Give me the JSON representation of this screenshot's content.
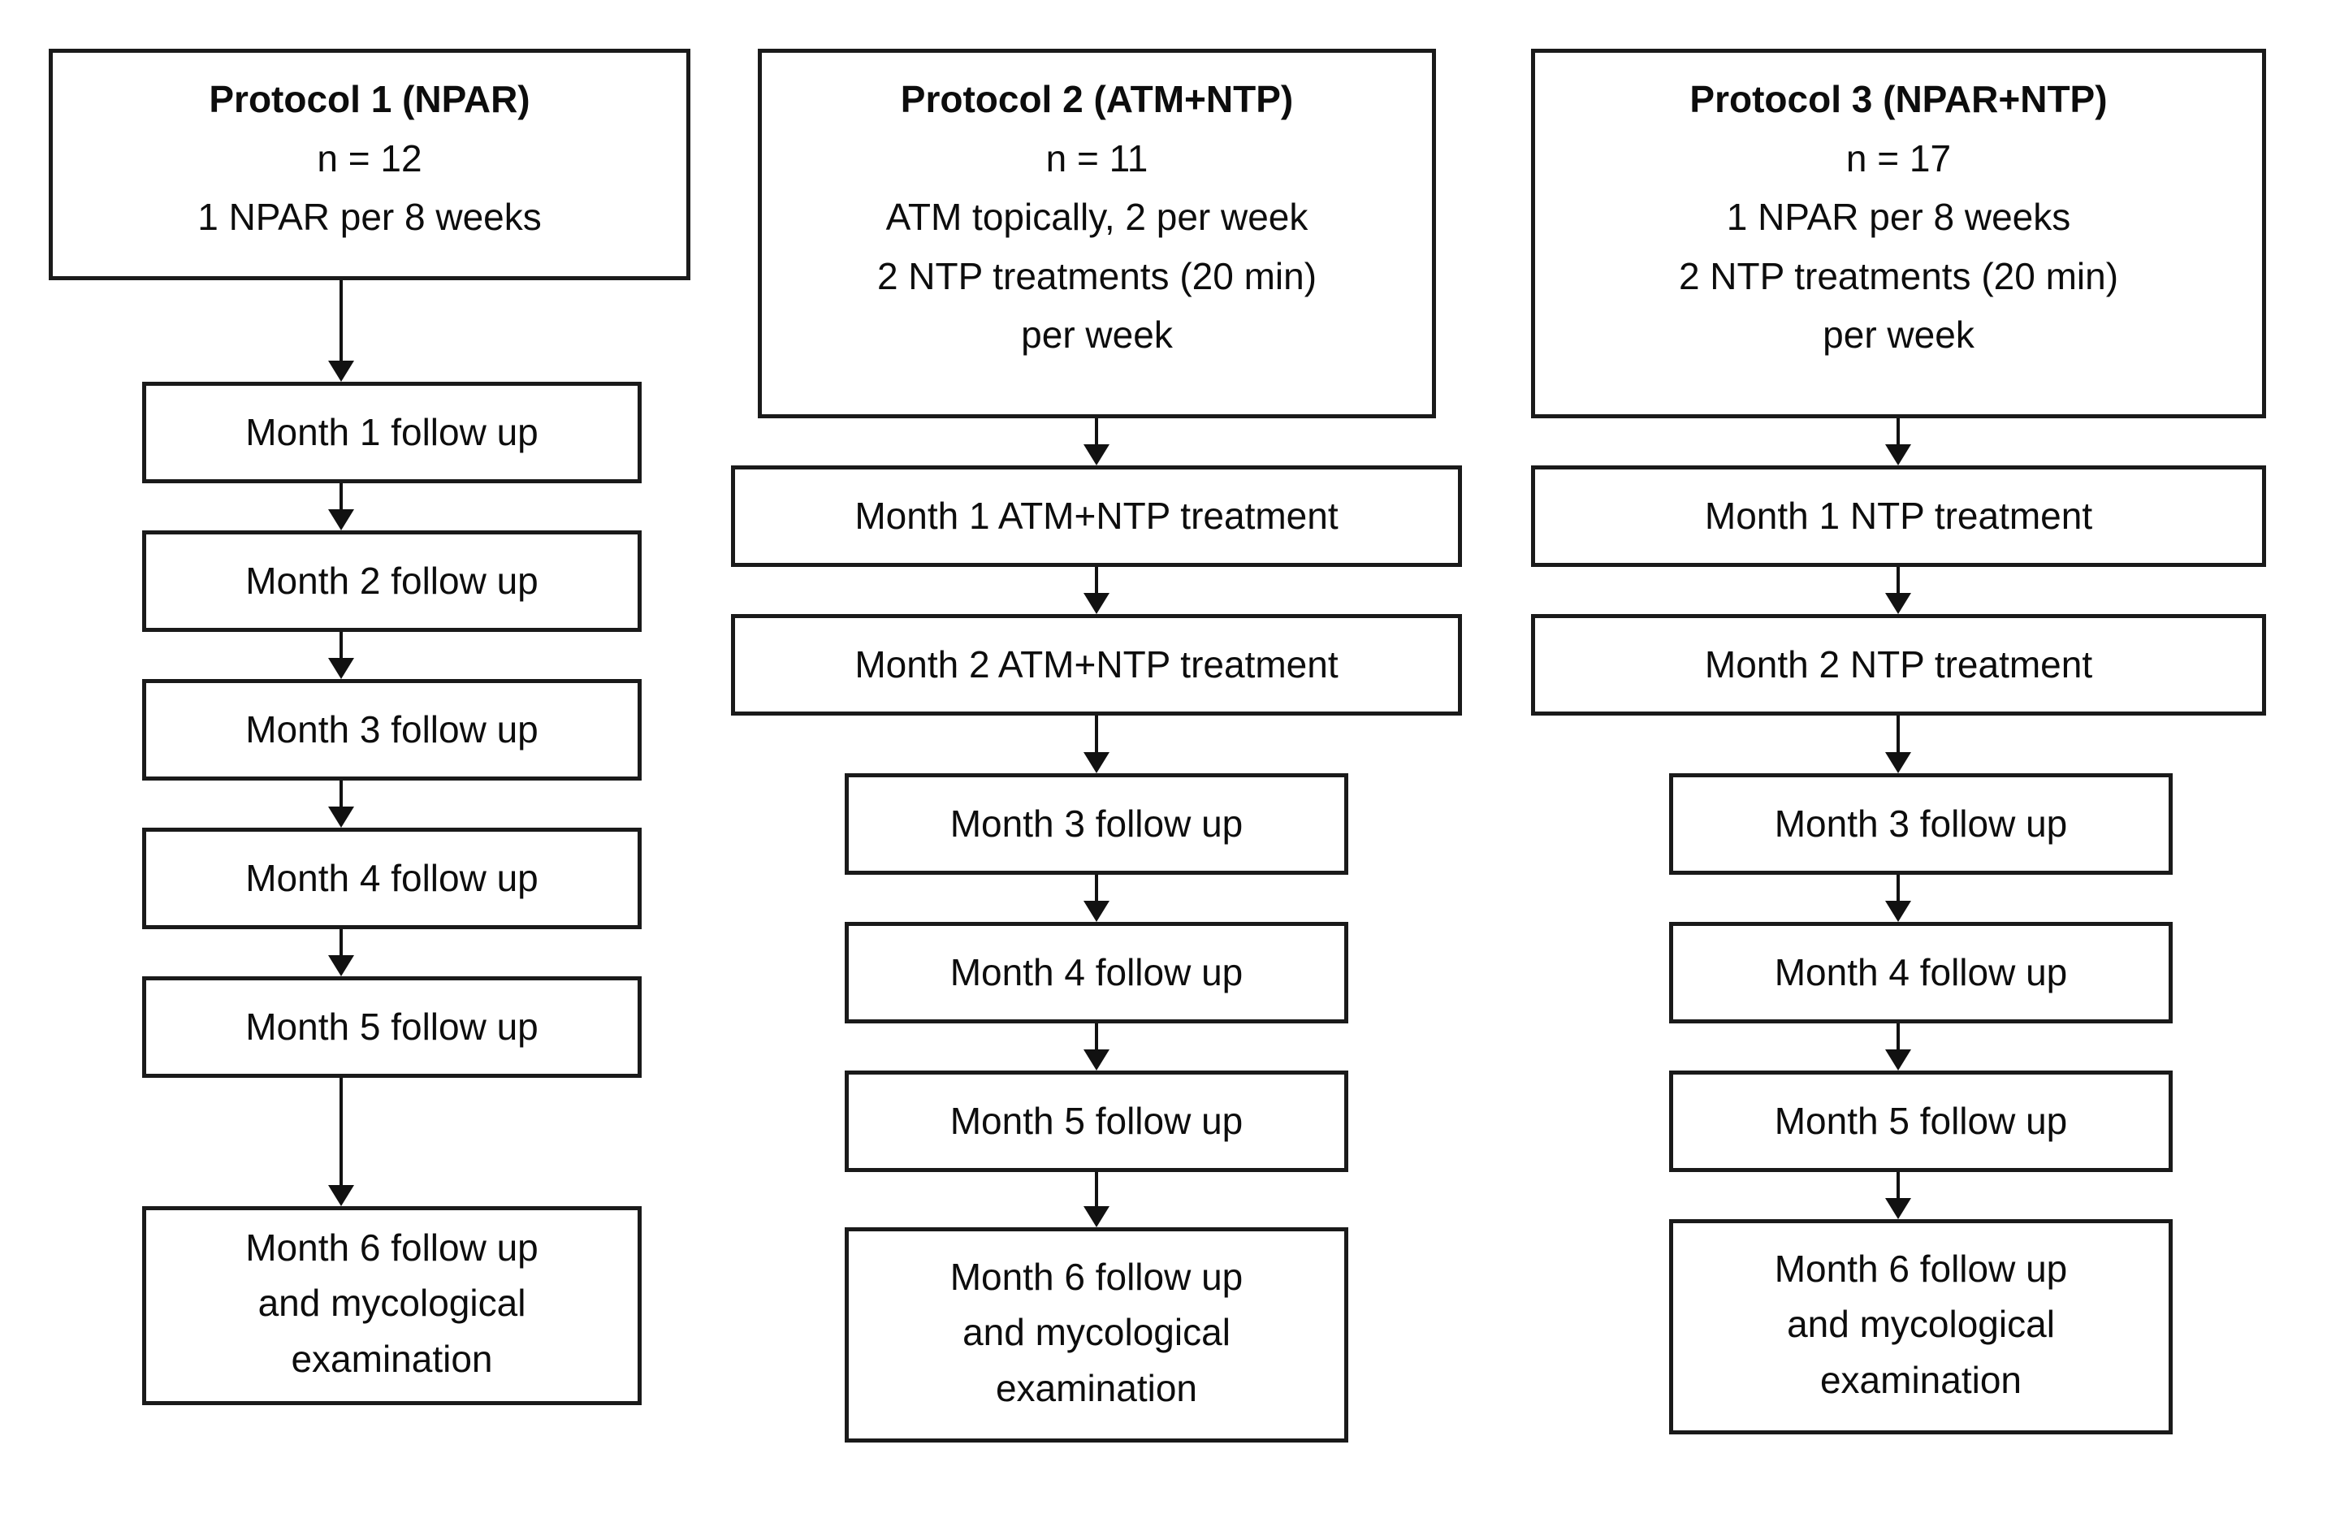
{
  "diagram": {
    "title": "Clinical study protocol flowchart",
    "colors": {
      "box_border": "#1a1a1a",
      "arrow": "#111111",
      "background": "#ffffff",
      "text": "#0d0d0d"
    },
    "columns": [
      {
        "id": "protocol-1",
        "header": {
          "title": "Protocol 1 (NPAR)",
          "n": "n = 12",
          "lines": [
            "1 NPAR per 8 weeks"
          ]
        },
        "steps": [
          {
            "lines": [
              "Month 1 follow up"
            ]
          },
          {
            "lines": [
              "Month 2 follow up"
            ]
          },
          {
            "lines": [
              "Month 3 follow up"
            ]
          },
          {
            "lines": [
              "Month 4 follow up"
            ]
          },
          {
            "lines": [
              "Month 5 follow up"
            ]
          },
          {
            "lines": [
              "Month 6 follow up",
              "and mycological",
              "examination"
            ]
          }
        ]
      },
      {
        "id": "protocol-2",
        "header": {
          "title": "Protocol 2 (ATM+NTP)",
          "n": "n = 11",
          "lines": [
            "ATM topically, 2 per week",
            "2 NTP treatments (20 min)",
            "per week"
          ]
        },
        "steps": [
          {
            "lines": [
              "Month 1 ATM+NTP treatment"
            ]
          },
          {
            "lines": [
              "Month 2 ATM+NTP treatment"
            ]
          },
          {
            "lines": [
              "Month 3 follow up"
            ]
          },
          {
            "lines": [
              "Month 4 follow up"
            ]
          },
          {
            "lines": [
              "Month 5 follow up"
            ]
          },
          {
            "lines": [
              "Month 6 follow up",
              "and mycological",
              "examination"
            ]
          }
        ]
      },
      {
        "id": "protocol-3",
        "header": {
          "title": "Protocol 3 (NPAR+NTP)",
          "n": "n = 17",
          "lines": [
            "1 NPAR per 8 weeks",
            "2 NTP treatments (20 min)",
            "per week"
          ]
        },
        "steps": [
          {
            "lines": [
              "Month 1 NTP treatment"
            ]
          },
          {
            "lines": [
              "Month 2 NTP treatment"
            ]
          },
          {
            "lines": [
              "Month 3 follow up"
            ]
          },
          {
            "lines": [
              "Month 4 follow up"
            ]
          },
          {
            "lines": [
              "Month 5 follow up"
            ]
          },
          {
            "lines": [
              "Month 6 follow up",
              "and mycological",
              "examination"
            ]
          }
        ]
      }
    ]
  }
}
